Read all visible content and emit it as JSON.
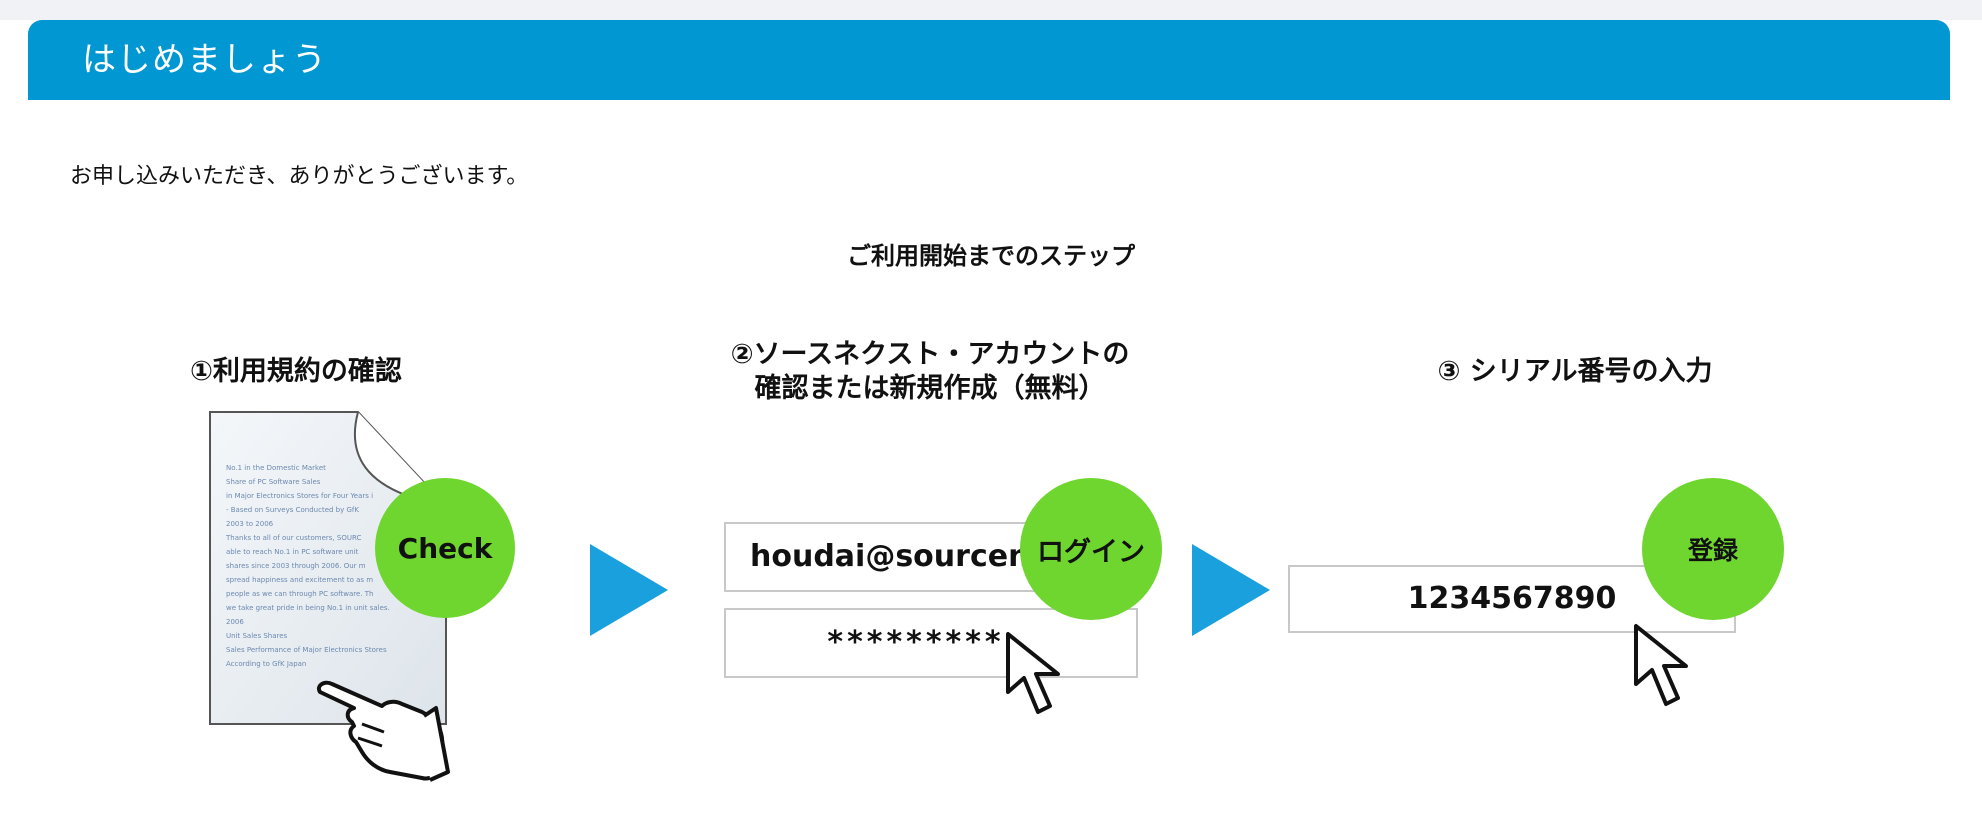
{
  "header": {
    "title": "はじめましょう"
  },
  "intro_text": "お申し込みいただき、ありがとうございます。",
  "steps_title": "ご利用開始までのステップ",
  "steps": [
    {
      "heading_lines": [
        "①利用規約の確認"
      ],
      "bubble": "Check",
      "document_lines": [
        "No.1 in the Domestic Market",
        "Share of PC Software Sales",
        "in Major Electronics Stores for Four Years i",
        "- Based on Surveys Conducted by GfK",
        "2003 to 2006",
        "Thanks to all of our customers, SOURC",
        "able to reach No.1 in PC software unit",
        "shares since 2003 through 2006. Our m",
        "spread happiness and excitement to as m",
        "people as we can through PC software. Th",
        "we take great pride in being No.1 in unit sales.",
        "2006",
        "Unit Sales Shares",
        "Sales Performance of Major Electronics Stores",
        "According to GfK Japan"
      ]
    },
    {
      "heading_lines": [
        "②ソースネクスト・アカウントの",
        "確認または新規作成（無料）"
      ],
      "bubble": "ログイン",
      "email": "houdai@sourcenex",
      "password": "*********"
    },
    {
      "heading_lines": [
        "③ シリアル番号の入力"
      ],
      "bubble": "登録",
      "serial": "1234567890"
    }
  ],
  "colors": {
    "header_bg": "#0097d3",
    "bubble_green": "#6ed62e",
    "arrow_blue": "#1aa0dd"
  },
  "icons": [
    "document-icon",
    "pointing-hand-icon",
    "play-arrow-icon",
    "mouse-cursor-icon"
  ]
}
